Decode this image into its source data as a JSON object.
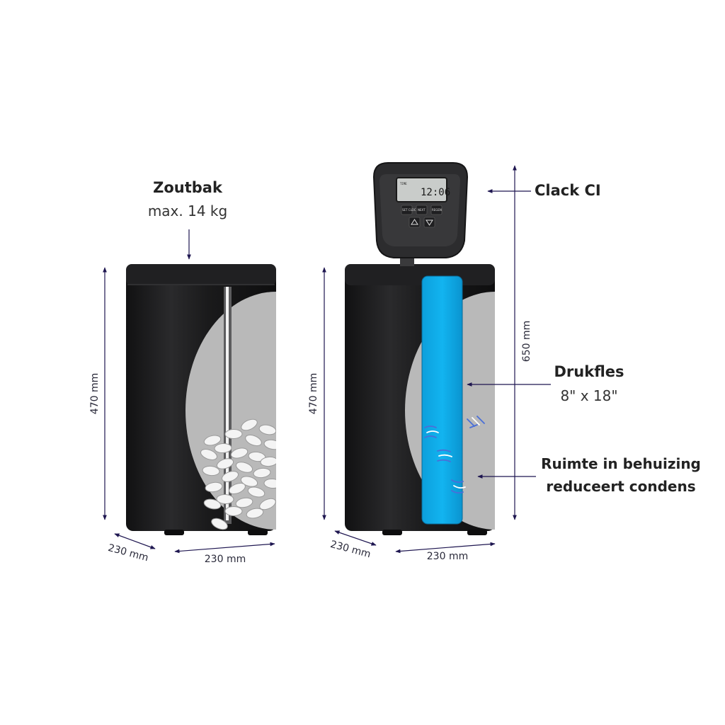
{
  "labels": {
    "brine_title": "Zoutbak",
    "brine_capacity": "max. 14 kg",
    "valve_name": "Clack CI",
    "vessel_title": "Drukfles",
    "vessel_size": "8\" x 18\"",
    "space_line1": "Ruimte in behuizing",
    "space_line2": "reduceert condens"
  },
  "dimensions": {
    "left_height": "470 mm",
    "left_depth": "230 mm",
    "left_width": "230 mm",
    "right_height": "470 mm",
    "right_depth": "230 mm",
    "right_width": "230 mm",
    "total_height": "650 mm"
  },
  "controller": {
    "display_time": "12:06",
    "display_small": "TIME",
    "buttons": [
      "SET CLOCK",
      "NEXT",
      "REGEN"
    ],
    "arrow_icons": [
      "arrow-up-icon",
      "arrow-down-icon"
    ]
  },
  "colors": {
    "cabinet": "#1c1c1e",
    "salt_chamber": "#b9b9b9",
    "vessel": "#0aa8e6",
    "arrow": "#1e1650"
  }
}
